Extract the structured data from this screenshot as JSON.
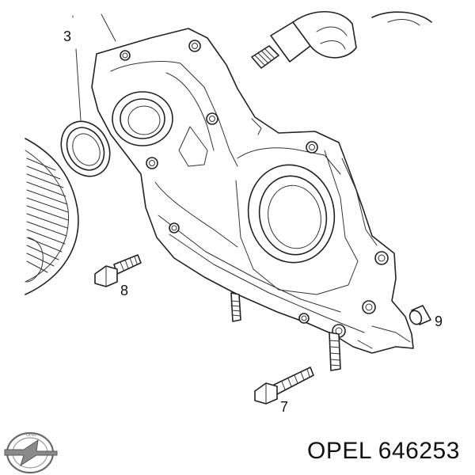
{
  "callouts": {
    "c3": "3",
    "c8": "8",
    "c7": "7",
    "c9": "9"
  },
  "caption": {
    "brand": "OPEL",
    "part_number": "646253"
  },
  "logo": {
    "icon": "opel-logo-icon"
  }
}
